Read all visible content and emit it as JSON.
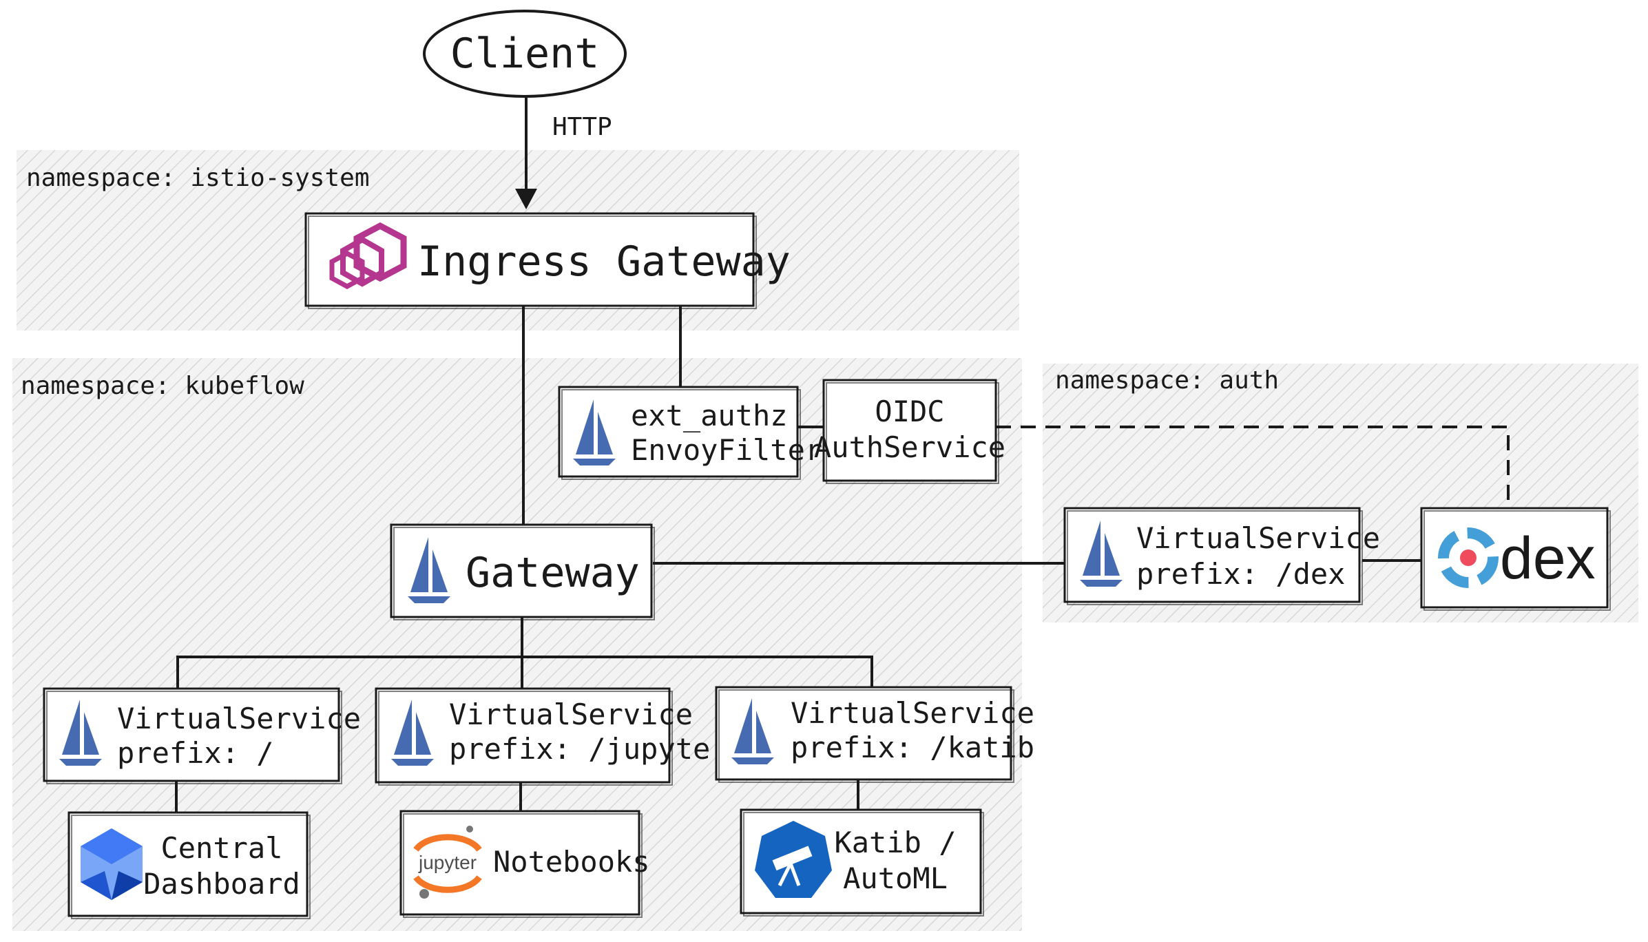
{
  "client": {
    "label": "Client"
  },
  "http_label": "HTTP",
  "namespaces": {
    "istio": "namespace: istio-system",
    "kubeflow": "namespace: kubeflow",
    "auth": "namespace: auth"
  },
  "nodes": {
    "ingress": {
      "label": "Ingress Gateway",
      "icon": "envoy-icon"
    },
    "extauthz": {
      "line1": "ext_authz",
      "line2": "EnvoyFilter",
      "icon": "istio-icon"
    },
    "oidc": {
      "line1": "OIDC",
      "line2": "AuthService"
    },
    "gateway": {
      "label": "Gateway",
      "icon": "istio-icon"
    },
    "vs_dex": {
      "line1": "VirtualService",
      "line2": "prefix: /dex",
      "icon": "istio-icon"
    },
    "dex": {
      "label": "dex",
      "icon": "dex-icon"
    },
    "vs_root": {
      "line1": "VirtualService",
      "line2": "prefix: /",
      "icon": "istio-icon"
    },
    "vs_jupyter": {
      "line1": "VirtualService",
      "line2": "prefix: /jupyter",
      "icon": "istio-icon"
    },
    "vs_katib": {
      "line1": "VirtualService",
      "line2": "prefix: /katib",
      "icon": "istio-icon"
    },
    "dashboard": {
      "line1": "Central",
      "line2": "Dashboard",
      "icon": "kubeflow-icon"
    },
    "notebooks": {
      "label": "Notebooks",
      "icon": "jupyter-icon",
      "icon_text": "jupyter"
    },
    "katib": {
      "line1": "Katib /",
      "line2": "AutoML",
      "icon": "telescope-icon"
    }
  },
  "colors": {
    "istio_blue": "#466bb0",
    "envoy_magenta": "#b5368e",
    "dex_blue": "#449fd8",
    "dex_red": "#ef4b5d",
    "kubeflow_blue": "#4279f4",
    "katib_blue": "#1565c0",
    "jupyter_orange": "#f37726",
    "namespace_hatch": "#d8d8d8"
  }
}
